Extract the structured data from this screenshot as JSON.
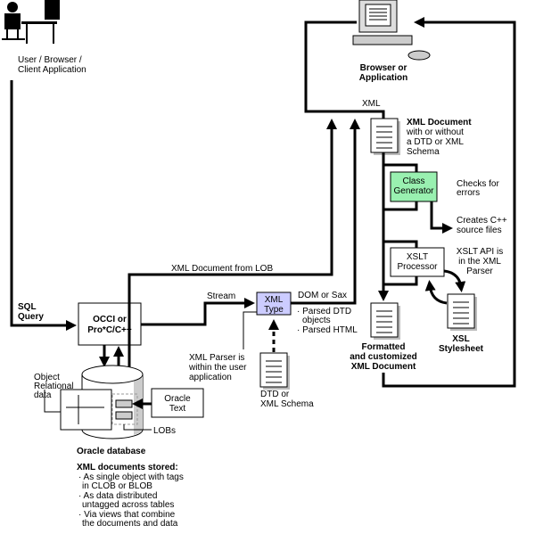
{
  "user": {
    "label": [
      "User / Browser /",
      "Client Application"
    ]
  },
  "browser": {
    "label": [
      "Browser or",
      "Application"
    ]
  },
  "sql_query": [
    "SQL",
    "Query"
  ],
  "occi": [
    "OCCI or",
    "Pro*C/C++"
  ],
  "xml_from_lob": "XML Document from LOB",
  "stream": "Stream",
  "xml_type": [
    "XML",
    "Type"
  ],
  "dom_or_sax": "DOM or Sax",
  "parsed_items": [
    "· Parsed DTD",
    "objects",
    "· Parsed HTML"
  ],
  "parser_note": [
    "XML Parser is",
    "within the user",
    "application"
  ],
  "dtd_doc": [
    "DTD or",
    "XML Schema"
  ],
  "xml_label": "XML",
  "xml_doc": [
    "XML Document",
    "with or without",
    "a DTD or XML",
    "Schema"
  ],
  "class_generator": [
    "Class",
    "Generator"
  ],
  "checks": [
    "Checks for",
    "errors"
  ],
  "creates": [
    "Creates C++",
    "source files"
  ],
  "xslt": [
    "XSLT",
    "Processor"
  ],
  "xslt_api": [
    "XSLT API is",
    "in the XML",
    "Parser"
  ],
  "xsl_sheet": [
    "XSL",
    "Stylesheet"
  ],
  "formatted": [
    "Formatted",
    "and customized",
    "XML Document"
  ],
  "db": {
    "object_relational": [
      "Object",
      "Relational",
      "data"
    ],
    "oracle_text": [
      "Oracle",
      "Text"
    ],
    "lobs": "LOBs",
    "title": "Oracle database",
    "stored_title": "XML documents stored:",
    "stored": [
      "· As single object with tags",
      "in CLOB or BLOB",
      "· As data distributed",
      "untagged across tables",
      "· Via views that combine",
      "the documents and data"
    ]
  },
  "colors": {
    "class_generator": "#99f0b0",
    "xml_type": "#ccccff"
  }
}
